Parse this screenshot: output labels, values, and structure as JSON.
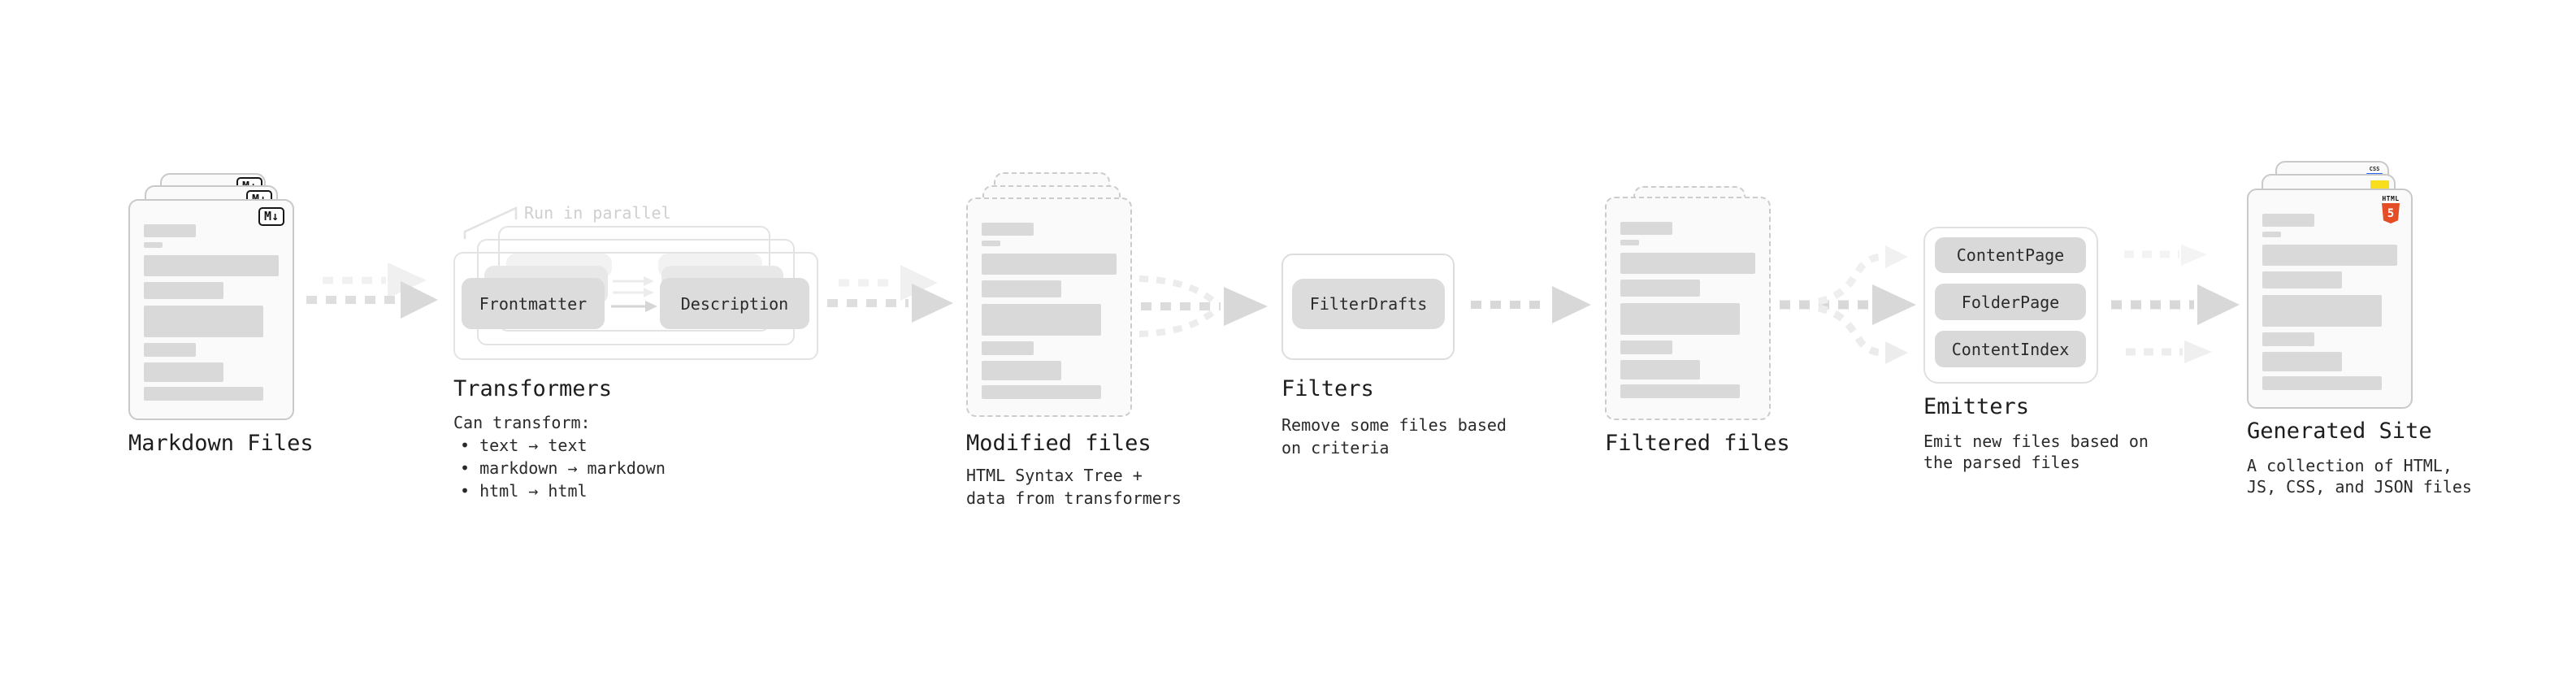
{
  "colors": {
    "arrow_gray": "#d9d9d9",
    "arrow_ghost": "#f0f0f0",
    "placeholder_bar": "#d9d9d9",
    "pill_gray": "#dcdcdc",
    "html5_orange": "#e44d26",
    "js_yellow": "#f7df1e",
    "css_blue": "#2965f1"
  },
  "stages": {
    "markdown_files": {
      "label": "Markdown Files",
      "badge": "M↓"
    },
    "transformers": {
      "annotation": "Run in parallel",
      "input_pill": "Frontmatter",
      "output_pill": "Description",
      "label": "Transformers",
      "subtitle": "Can transform:",
      "bullets": [
        "• text → text",
        "• markdown → markdown",
        "• html → html"
      ]
    },
    "modified_files": {
      "label": "Modified files",
      "description": "HTML Syntax Tree +\ndata from transformers"
    },
    "filters": {
      "pill": "FilterDrafts",
      "label": "Filters",
      "description": "Remove some files based\non criteria"
    },
    "filtered_files": {
      "label": "Filtered files"
    },
    "emitters": {
      "pills": [
        "ContentPage",
        "FolderPage",
        "ContentIndex"
      ],
      "label": "Emitters",
      "description": "Emit new files based on\nthe parsed files"
    },
    "generated_site": {
      "label": "Generated Site",
      "description": "A collection of HTML,\nJS, CSS, and JSON files",
      "html5_badge_word": "HTML",
      "html5_badge_number": "5",
      "css_badge": "CSS"
    }
  }
}
